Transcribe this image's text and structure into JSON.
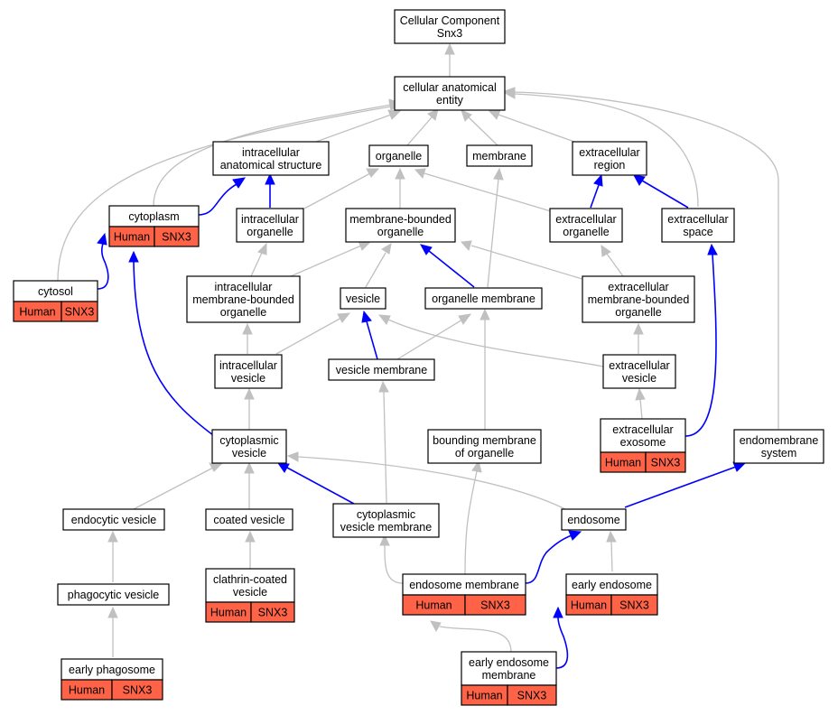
{
  "colors": {
    "annotation_fill": "#ff6347",
    "is_a_edge": "#c0c0c0",
    "part_of_edge": "#0000ff"
  },
  "nodes": [
    {
      "id": "root",
      "lines": [
        "Cellular Component",
        "Snx3"
      ]
    },
    {
      "id": "cae",
      "lines": [
        "cellular anatomical",
        "entity"
      ]
    },
    {
      "id": "ias",
      "lines": [
        "intracellular",
        "anatomical structure"
      ]
    },
    {
      "id": "organelle",
      "lines": [
        "organelle"
      ]
    },
    {
      "id": "membrane",
      "lines": [
        "membrane"
      ]
    },
    {
      "id": "er",
      "lines": [
        "extracellular",
        "region"
      ]
    },
    {
      "id": "cytoplasm",
      "lines": [
        "cytoplasm"
      ],
      "annot": [
        "Human",
        "SNX3"
      ]
    },
    {
      "id": "io",
      "lines": [
        "intracellular",
        "organelle"
      ]
    },
    {
      "id": "mbo",
      "lines": [
        "membrane-bounded",
        "organelle"
      ]
    },
    {
      "id": "eo",
      "lines": [
        "extracellular",
        "organelle"
      ]
    },
    {
      "id": "es",
      "lines": [
        "extracellular",
        "space"
      ]
    },
    {
      "id": "cytosol",
      "lines": [
        "cytosol"
      ],
      "annot": [
        "Human",
        "SNX3"
      ]
    },
    {
      "id": "imbo",
      "lines": [
        "intracellular",
        "membrane-bounded",
        "organelle"
      ]
    },
    {
      "id": "vesicle",
      "lines": [
        "vesicle"
      ]
    },
    {
      "id": "om",
      "lines": [
        "organelle membrane"
      ]
    },
    {
      "id": "embo",
      "lines": [
        "extracellular",
        "membrane-bounded",
        "organelle"
      ]
    },
    {
      "id": "iv",
      "lines": [
        "intracellular",
        "vesicle"
      ]
    },
    {
      "id": "vm",
      "lines": [
        "vesicle membrane"
      ]
    },
    {
      "id": "ev",
      "lines": [
        "extracellular",
        "vesicle"
      ]
    },
    {
      "id": "cv",
      "lines": [
        "cytoplasmic",
        "vesicle"
      ]
    },
    {
      "id": "bmo",
      "lines": [
        "bounding membrane",
        "of organelle"
      ]
    },
    {
      "id": "exo",
      "lines": [
        "extracellular",
        "exosome"
      ],
      "annot": [
        "Human",
        "SNX3"
      ]
    },
    {
      "id": "ems",
      "lines": [
        "endomembrane",
        "system"
      ]
    },
    {
      "id": "endv",
      "lines": [
        "endocytic vesicle"
      ]
    },
    {
      "id": "coatv",
      "lines": [
        "coated vesicle"
      ]
    },
    {
      "id": "cvm",
      "lines": [
        "cytoplasmic",
        "vesicle membrane"
      ]
    },
    {
      "id": "endosome",
      "lines": [
        "endosome"
      ]
    },
    {
      "id": "phagv",
      "lines": [
        "phagocytic vesicle"
      ]
    },
    {
      "id": "ccv",
      "lines": [
        "clathrin-coated",
        "vesicle"
      ],
      "annot": [
        "Human",
        "SNX3"
      ]
    },
    {
      "id": "endm",
      "lines": [
        "endosome membrane"
      ],
      "annot": [
        "Human",
        "SNX3"
      ]
    },
    {
      "id": "eendo",
      "lines": [
        "early endosome"
      ],
      "annot": [
        "Human",
        "SNX3"
      ]
    },
    {
      "id": "ephago",
      "lines": [
        "early phagosome"
      ],
      "annot": [
        "Human",
        "SNX3"
      ]
    },
    {
      "id": "eendm",
      "lines": [
        "early endosome",
        "membrane"
      ],
      "annot": [
        "Human",
        "SNX3"
      ]
    }
  ]
}
